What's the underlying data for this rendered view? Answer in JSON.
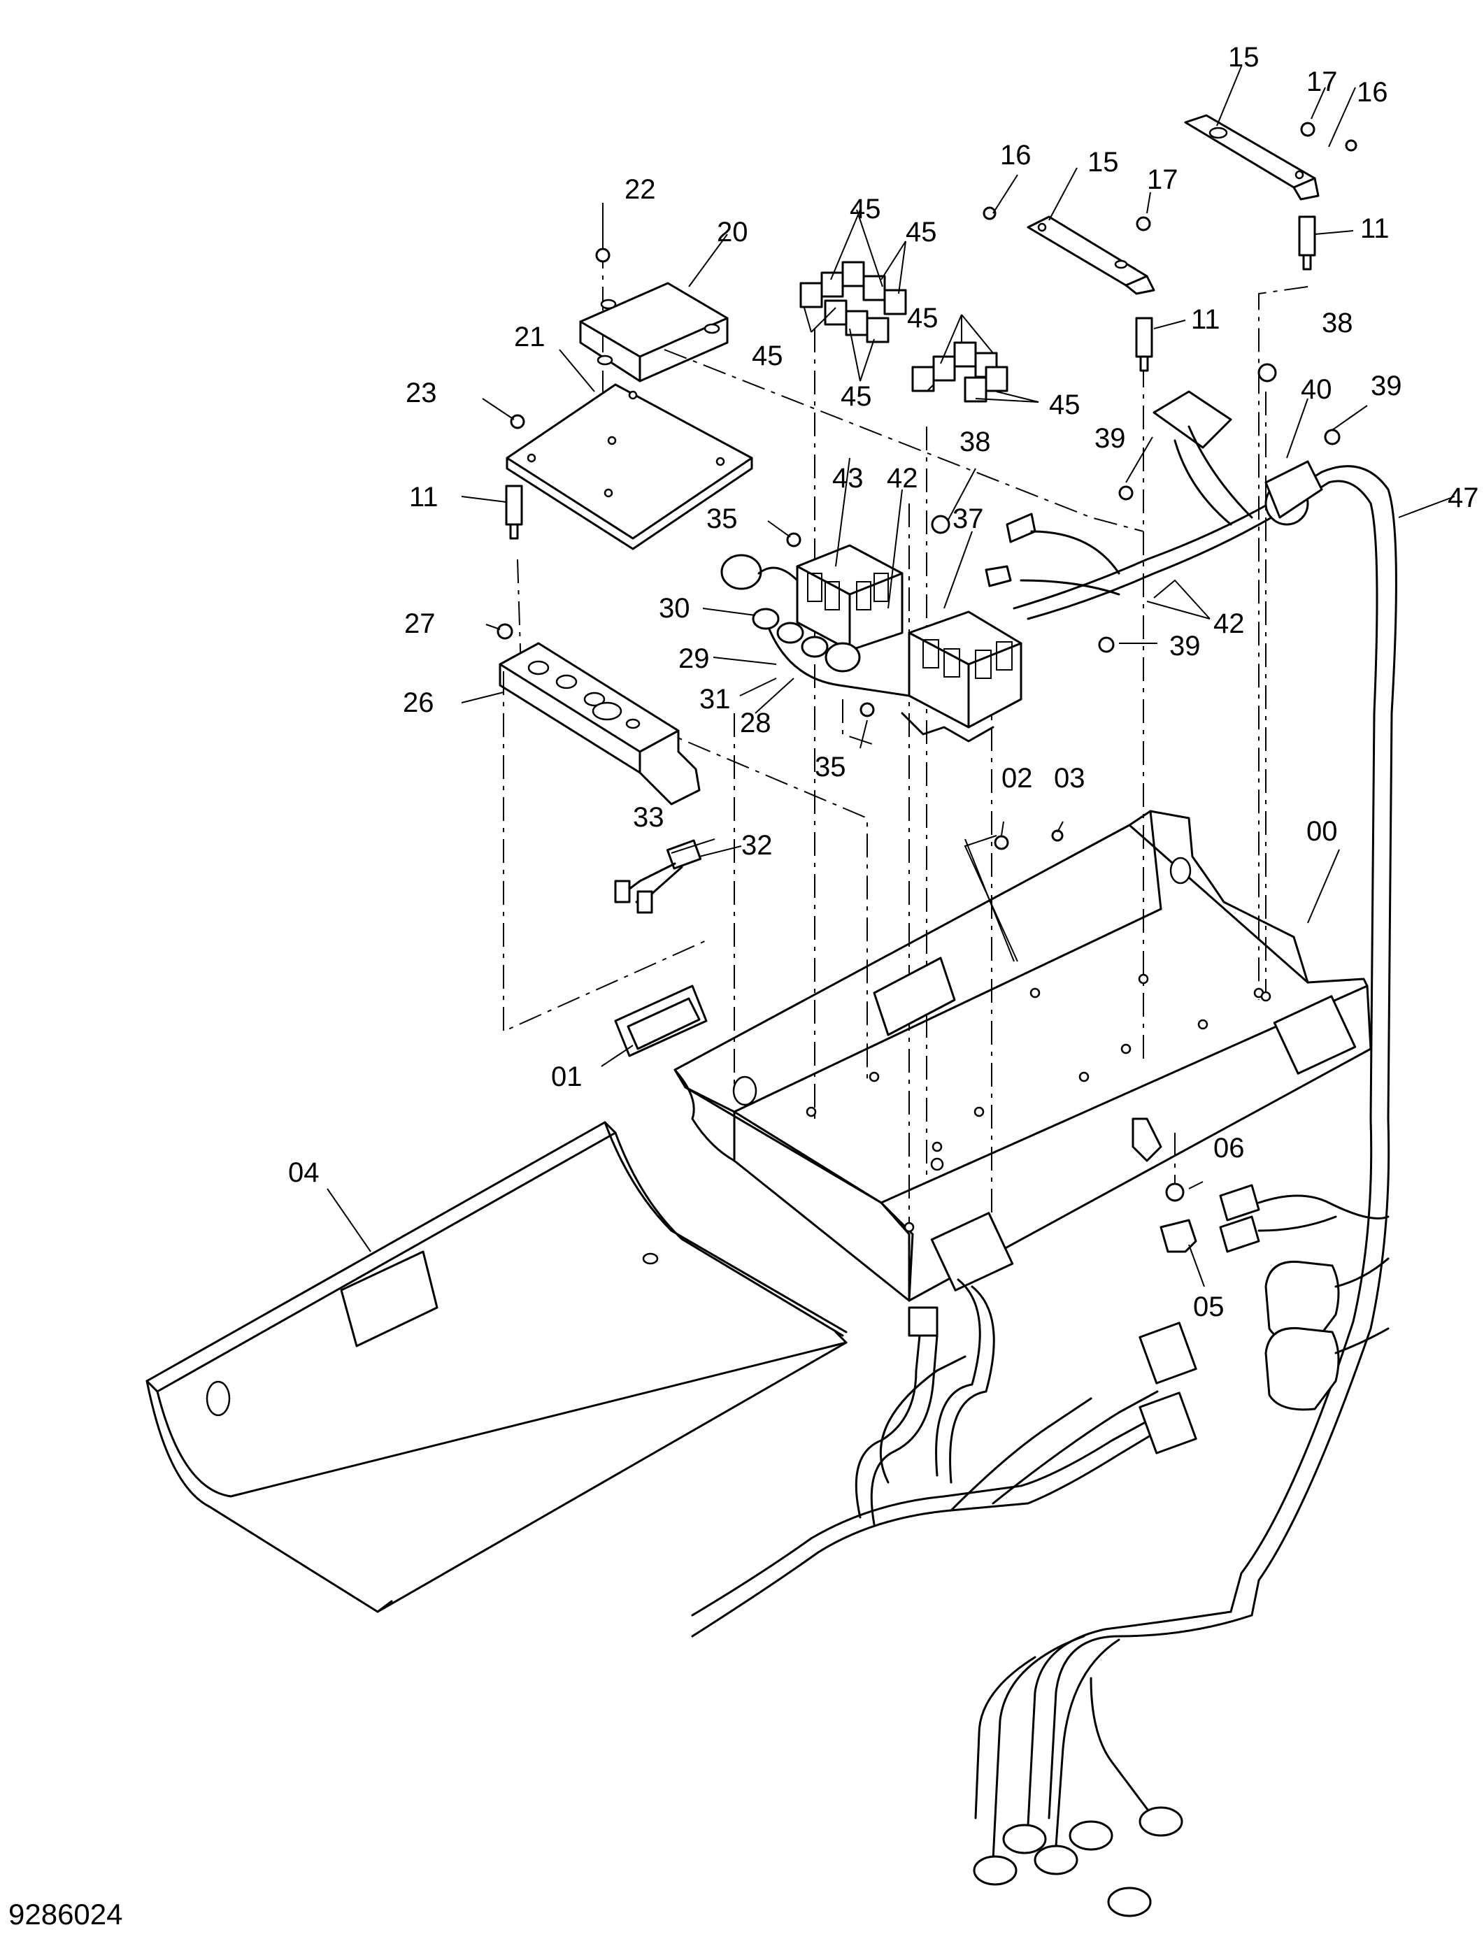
{
  "drawing_number": "9286024",
  "callouts": [
    {
      "text": "00"
    },
    {
      "text": "01"
    },
    {
      "text": "02"
    },
    {
      "text": "03"
    },
    {
      "text": "04"
    },
    {
      "text": "05"
    },
    {
      "text": "06"
    },
    {
      "text": "11"
    },
    {
      "text": "11"
    },
    {
      "text": "11"
    },
    {
      "text": "15"
    },
    {
      "text": "15"
    },
    {
      "text": "16"
    },
    {
      "text": "16"
    },
    {
      "text": "17"
    },
    {
      "text": "17"
    },
    {
      "text": "20"
    },
    {
      "text": "21"
    },
    {
      "text": "22"
    },
    {
      "text": "23"
    },
    {
      "text": "26"
    },
    {
      "text": "27"
    },
    {
      "text": "28"
    },
    {
      "text": "29"
    },
    {
      "text": "30"
    },
    {
      "text": "31"
    },
    {
      "text": "32"
    },
    {
      "text": "33"
    },
    {
      "text": "35"
    },
    {
      "text": "35"
    },
    {
      "text": "37"
    },
    {
      "text": "38"
    },
    {
      "text": "38"
    },
    {
      "text": "39"
    },
    {
      "text": "39"
    },
    {
      "text": "39"
    },
    {
      "text": "40"
    },
    {
      "text": "42"
    },
    {
      "text": "42"
    },
    {
      "text": "43"
    },
    {
      "text": "45"
    },
    {
      "text": "45"
    },
    {
      "text": "45"
    },
    {
      "text": "45"
    },
    {
      "text": "45"
    },
    {
      "text": "45"
    },
    {
      "text": "47"
    }
  ]
}
